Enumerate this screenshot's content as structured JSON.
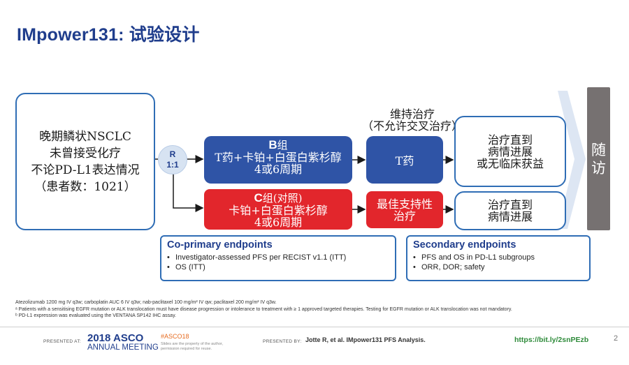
{
  "title": "IMpower131: 试验设计",
  "patients": {
    "lines": [
      "晚期鳞状NSCLC",
      "未曾接受化疗",
      "不论PD-L1表达情况",
      "（患者数：1021）"
    ]
  },
  "randomization": {
    "label": "R",
    "ratio": "1:1"
  },
  "maintenance": {
    "title": "维持治疗",
    "subtitle": "（不允许交叉治疗）"
  },
  "group_b": {
    "letter": "B",
    "name": "组",
    "regimen": "T药+卡铂+白蛋白紫杉醇",
    "cycles": "4或6周期",
    "maintenance": "T药",
    "outcome": [
      "治疗直到",
      "病情进展",
      "或无临床获益"
    ]
  },
  "group_c": {
    "letter": "C",
    "name": "组(对照)",
    "regimen": "卡铂+白蛋白紫杉醇",
    "cycles": "4或6周期",
    "maintenance": [
      "最佳支持性",
      "治疗"
    ],
    "outcome": [
      "治疗直到",
      "病情进展"
    ]
  },
  "followup": [
    "随",
    "访"
  ],
  "endpoints": {
    "primary": {
      "title": "Co-primary endpoints",
      "items": [
        "Investigator-assessed PFS per RECIST v1.1 (ITT)",
        "OS (ITT)"
      ]
    },
    "secondary": {
      "title": "Secondary endpoints",
      "items": [
        "PFS and OS in PD-L1 subgroups",
        "ORR, DOR; safety"
      ]
    }
  },
  "footnotes": [
    "Atezolizumab 1200 mg IV q3w; carboplatin AUC 6 IV q3w; nab-paclitaxel 100 mg/m² IV qw; paclitaxel 200 mg/m² IV q3w.",
    "ᵃ Patients with a sensitising EGFR mutation or ALK translocation must have disease progression or intolerance to treatment with ≥ 1 approved targeted therapies. Testing for EGFR mutation or ALK translocation was not mandatory.",
    "ᵇ PD-L1 expression was evaluated using the VENTANA SP142 IHC assay."
  ],
  "footer": {
    "presented_at": "PRESENTED AT:",
    "asco_year": "2018 ASCO",
    "asco_meeting": "ANNUAL MEETING",
    "hashtag": "#ASCO18",
    "hashtag_note": "Slides are the property of the author, permission required for reuse.",
    "presented_by": "PRESENTED BY:",
    "citation": "Jotte R, et al. IMpower131 PFS Analysis.",
    "url": "https://bit.ly/2snPEzb",
    "page": "2"
  },
  "colors": {
    "title_blue": "#1f3d8c",
    "box_blue": "#2f54a6",
    "box_red": "#e2262c",
    "outline_blue": "#2f6db5",
    "followup_gray": "#767171",
    "url_green": "#2e8b3a"
  }
}
